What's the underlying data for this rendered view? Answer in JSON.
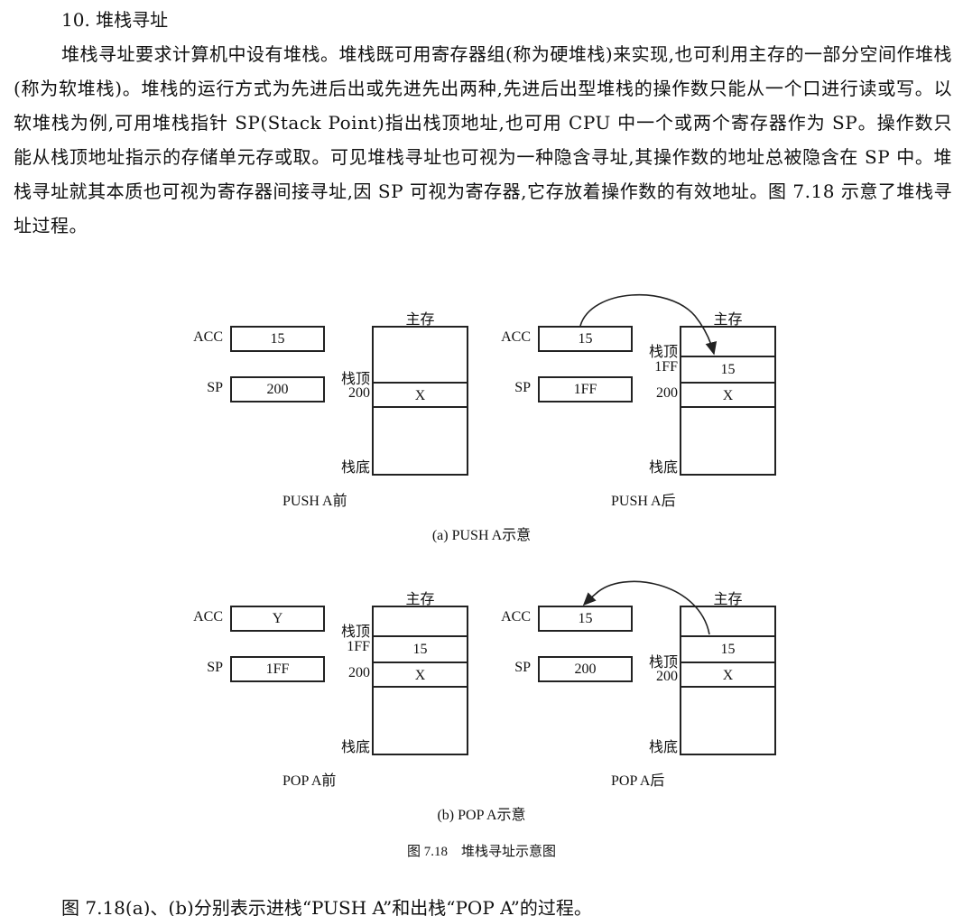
{
  "heading": "10. 堆栈寻址",
  "paragraph": "堆栈寻址要求计算机中设有堆栈。堆栈既可用寄存器组(称为硬堆栈)来实现,也可利用主存的一部分空间作堆栈(称为软堆栈)。堆栈的运行方式为先进后出或先进先出两种,先进后出型堆栈的操作数只能从一个口进行读或写。以软堆栈为例,可用堆栈指针 SP(Stack Point)指出栈顶地址,也可用 CPU 中一个或两个寄存器作为 SP。操作数只能从栈顶地址指示的存储单元存或取。可见堆栈寻址也可视为一种隐含寻址,其操作数的地址总被隐含在 SP 中。堆栈寻址就其本质也可视为寄存器间接寻址,因 SP 可视为寄存器,它存放着操作数的有效地址。图 7.18 示意了堆栈寻址过程。",
  "figure": {
    "labels": {
      "acc": "ACC",
      "sp": "SP",
      "memory": "主存",
      "stack_top": "栈顶",
      "stack_bottom": "栈底"
    },
    "panels": [
      {
        "acc": "15",
        "sp": "200",
        "cells": [
          "X"
        ],
        "addrs": [
          "200"
        ],
        "caption": "PUSH A前"
      },
      {
        "acc": "15",
        "sp": "1FF",
        "cells": [
          "15",
          "X"
        ],
        "addrs": [
          "1FF",
          "200"
        ],
        "caption": "PUSH A后"
      },
      {
        "acc": "Y",
        "sp": "1FF",
        "cells": [
          "15",
          "X"
        ],
        "addrs": [
          "1FF",
          "200"
        ],
        "caption": "POP A前"
      },
      {
        "acc": "15",
        "sp": "200",
        "cells": [
          "15",
          "X"
        ],
        "addrs": [
          "200"
        ],
        "caption": "POP A后"
      }
    ],
    "sub_a": "(a) PUSH A示意",
    "sub_b": "(b) POP A示意",
    "title": "图 7.18　堆栈寻址示意图"
  },
  "closing": "图 7.18(a)、(b)分别表示进栈“PUSH A”和出栈“POP A”的过程。"
}
